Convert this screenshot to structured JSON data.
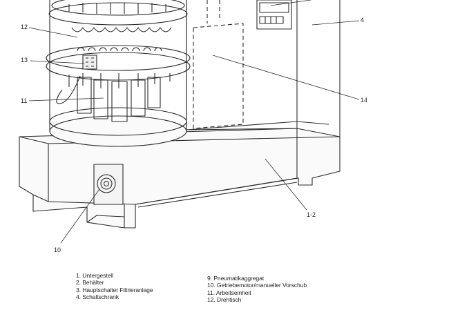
{
  "callouts": {
    "c4": "4",
    "c12": "12",
    "c13": "13",
    "c11": "11",
    "c14": "14",
    "c1_2": "1-2",
    "c10": "10"
  },
  "legend_left": [
    "1. Untergestell",
    "2. Behälter",
    "3. Hauptschalter Filtrieranlage",
    "4. Schaltschrank"
  ],
  "legend_right": [
    "9. Pneumatikaggregat",
    "10. Getriebemotor/manueller Vorschub",
    "11. Arbeitseinheit",
    "12. Drehtisch"
  ]
}
